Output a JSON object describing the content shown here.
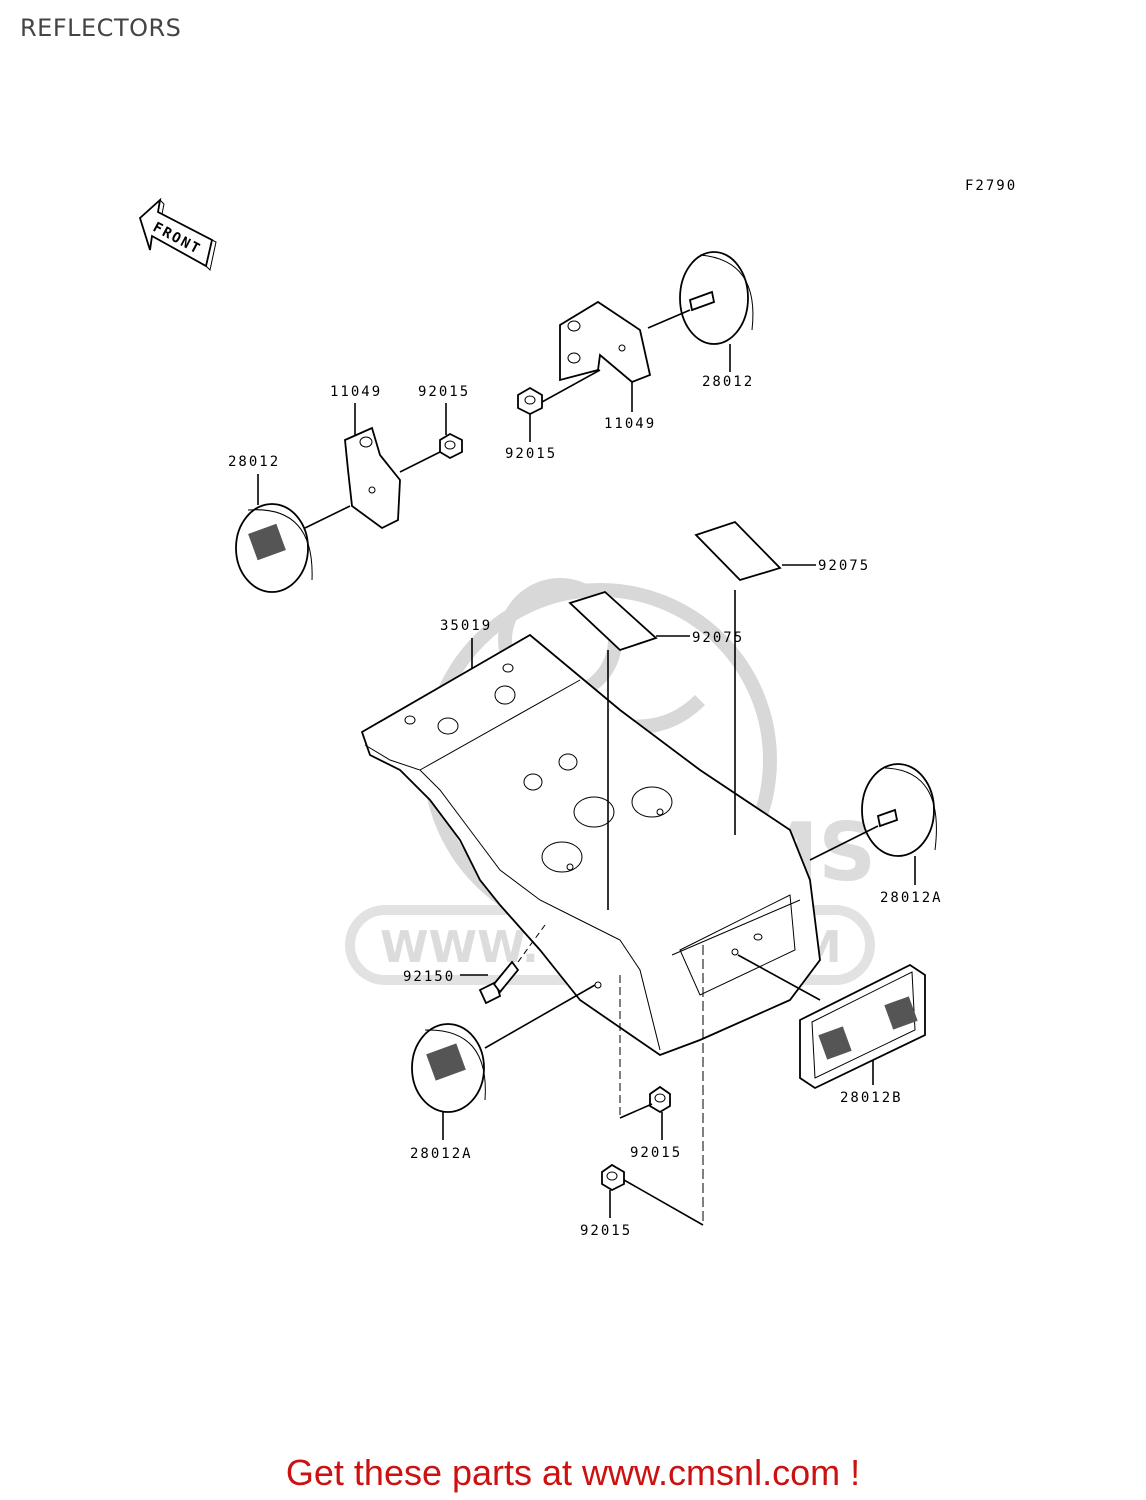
{
  "page_title": "REFLECTORS",
  "figure_code": "F2790",
  "front_label": "FRONT",
  "watermark": {
    "url": "WWW.CMSNL.COM",
    "logo": "CMS"
  },
  "part_labels": {
    "p11049_left": "11049",
    "p92015_left": "92015",
    "p28012_left": "28012",
    "p92015_top": "92015",
    "p11049_top": "11049",
    "p28012_top": "28012",
    "p92075_a": "92075",
    "p92075_b": "92075",
    "p35019": "35019",
    "p28012A_right": "28012A",
    "p92150": "92150",
    "p28012A_bottom": "28012A",
    "p28012B": "28012B",
    "p92015_bottom_a": "92015",
    "p92015_bottom_b": "92015"
  },
  "footer_text": "Get these parts at www.cmsnl.com !"
}
